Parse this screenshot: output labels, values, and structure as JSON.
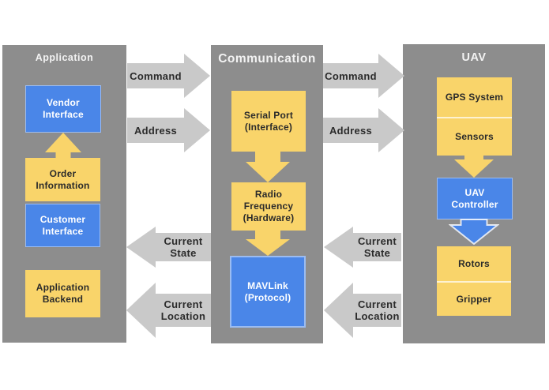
{
  "panels": [
    {
      "title": "Application",
      "blocks": [
        {
          "label": "Vendor Interface",
          "type": "blue"
        },
        {
          "label": "Order Information",
          "type": "yellow"
        },
        {
          "label": "Customer Interface",
          "type": "blue"
        },
        {
          "label": "Application Backend",
          "type": "yellow"
        }
      ],
      "internal_flows": [
        {
          "from": "Order Information",
          "to": "Vendor Interface",
          "direction": "up",
          "color": "yellow"
        }
      ]
    },
    {
      "title": "Communication",
      "blocks": [
        {
          "label": "Serial Port (Interface)",
          "type": "yellow"
        },
        {
          "label": "Radio Frequency (Hardware)",
          "type": "yellow"
        },
        {
          "label": "MAVLink (Protocol)",
          "type": "blue"
        }
      ],
      "internal_flows": [
        {
          "from": "Serial Port (Interface)",
          "to": "Radio Frequency (Hardware)",
          "direction": "down",
          "color": "yellow"
        },
        {
          "from": "Radio Frequency (Hardware)",
          "to": "MAVLink (Protocol)",
          "direction": "down",
          "color": "yellow"
        }
      ]
    },
    {
      "title": "UAV",
      "blocks": [
        {
          "label": "GPS System",
          "type": "yellow"
        },
        {
          "label": "Sensors",
          "type": "yellow"
        },
        {
          "label": "UAV Controller",
          "type": "blue"
        },
        {
          "label": "Rotors",
          "type": "yellow"
        },
        {
          "label": "Gripper",
          "type": "yellow"
        }
      ],
      "internal_flows": [
        {
          "from": "Sensors",
          "to": "UAV Controller",
          "direction": "down",
          "color": "yellow"
        },
        {
          "from": "UAV Controller",
          "to": "Rotors",
          "direction": "down",
          "color": "blue"
        }
      ]
    }
  ],
  "connectors": [
    {
      "label": "Command",
      "from": "Application",
      "to": "Communication",
      "direction": "right"
    },
    {
      "label": "Address",
      "from": "Application",
      "to": "Communication",
      "direction": "right"
    },
    {
      "label": "Command",
      "from": "Communication",
      "to": "UAV",
      "direction": "right"
    },
    {
      "label": "Address",
      "from": "Communication",
      "to": "UAV",
      "direction": "right"
    },
    {
      "label": "Current State",
      "from": "Communication",
      "to": "Application",
      "direction": "left"
    },
    {
      "label": "Current Location",
      "from": "Communication",
      "to": "Application",
      "direction": "left"
    },
    {
      "label": "Current State",
      "from": "UAV",
      "to": "Communication",
      "direction": "left"
    },
    {
      "label": "Current Location",
      "from": "UAV",
      "to": "Communication",
      "direction": "left"
    }
  ],
  "colors": {
    "panel_gray": "#8d8d8d",
    "connector_gray": "#c9c9c9",
    "block_yellow": "#f9d46a",
    "block_blue": "#4a86e8",
    "text_dark": "#2b2b2b",
    "text_light": "#ffffff",
    "background": "#ffffff"
  }
}
